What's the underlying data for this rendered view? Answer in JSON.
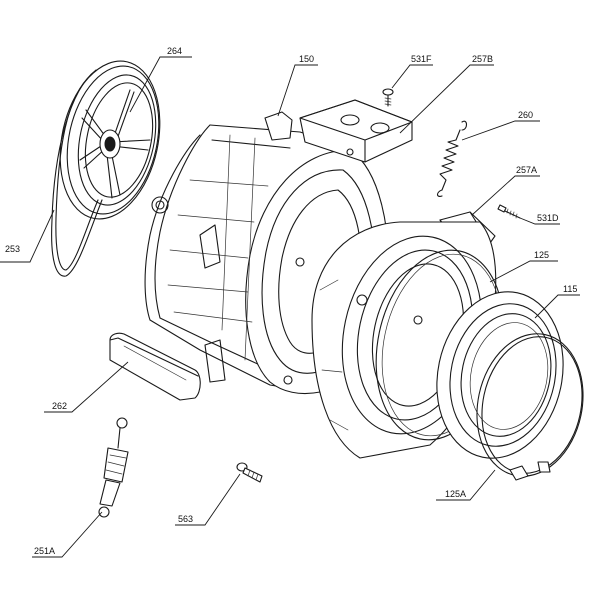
{
  "callouts": {
    "c264": "264",
    "c150": "150",
    "c531F": "531F",
    "c257B": "257B",
    "c260": "260",
    "c257A": "257A",
    "c531D": "531D",
    "c253": "253",
    "c125": "125",
    "c115": "115",
    "c262": "262",
    "c125A": "125A",
    "c563": "563",
    "c251A": "251A"
  }
}
